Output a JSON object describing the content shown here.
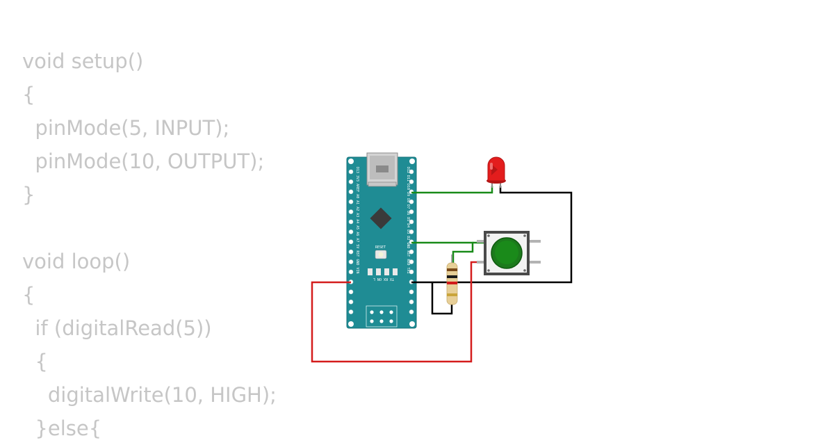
{
  "code_lines": [
    "void setup()",
    "{",
    "  pinMode(5, INPUT);",
    "  pinMode(10, OUTPUT);",
    "}",
    "",
    "void loop()",
    "{",
    "  if (digitalRead(5))",
    "  {",
    "    digitalWrite(10, HIGH);",
    "  }else{"
  ],
  "board": {
    "left_header_text": "D13 3V3 AREF A0 A1 A2 A3 A4 A5 A6 A7 5V RST GND VIN",
    "right_header_text": "D12 D11 D10 D9 D8 D7 D6 D5 D4 D3 D2 GND RST RX0 TX1",
    "reset_label": "RESET",
    "led_labels": "TX RX ON L"
  },
  "colors": {
    "code_text": "#c6c6c6",
    "board": "#1f8c94",
    "wire_signal": "#188a18",
    "wire_power": "#d41c1c",
    "wire_ground": "#000000",
    "led": "#e31d1d",
    "button_cap": "#1c7a1c"
  },
  "icons": {
    "microcontroller": "arduino-nano-icon",
    "led": "red-led-icon",
    "button": "push-button-icon",
    "resistor": "resistor-icon"
  }
}
